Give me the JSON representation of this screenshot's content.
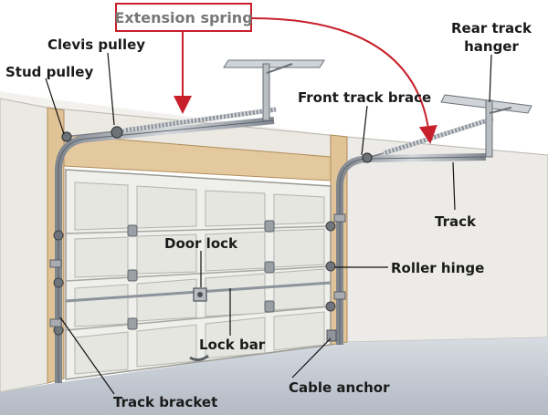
{
  "title_label": "Extension spring",
  "labels": {
    "clevis_pulley": "Clevis pulley",
    "stud_pulley": "Stud pulley",
    "rear_track_hanger_line1": "Rear track",
    "rear_track_hanger_line2": "hanger",
    "front_track_brace": "Front track brace",
    "track": "Track",
    "door_lock": "Door lock",
    "roller_hinge": "Roller hinge",
    "lock_bar": "Lock bar",
    "cable_anchor": "Cable anchor",
    "track_bracket": "Track bracket"
  },
  "colors": {
    "callout_red": "#c8202a",
    "wall": "#eceae6",
    "wood": "#e3c9a0",
    "door": "#eeeeea",
    "track": "#9ea4ab",
    "floor": "#c2c8d0"
  }
}
